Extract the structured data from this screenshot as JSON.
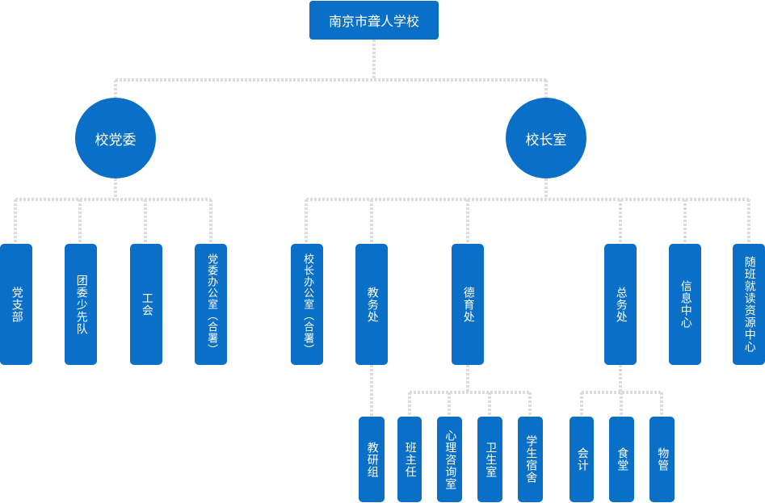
{
  "root": "南京市聋人学校",
  "branches": {
    "party": {
      "label": "校党委",
      "children": [
        "党支部",
        "团委少先队",
        "工会",
        "党委办公室（合署）"
      ]
    },
    "principal": {
      "label": "校长室",
      "children": [
        "校长办公室（合署）",
        "教务处",
        "德育处",
        "总务处",
        "信息中心",
        "随班就读资源中心"
      ]
    }
  },
  "sub_units": {
    "academic": [
      "教研组"
    ],
    "moral": [
      "班主任",
      "心理咨询室",
      "卫生室",
      "学生宿舍"
    ],
    "general": [
      "会计",
      "食堂",
      "物管"
    ]
  },
  "colors": {
    "node": "#0a6fc6",
    "connector": "#dcdcdc"
  }
}
